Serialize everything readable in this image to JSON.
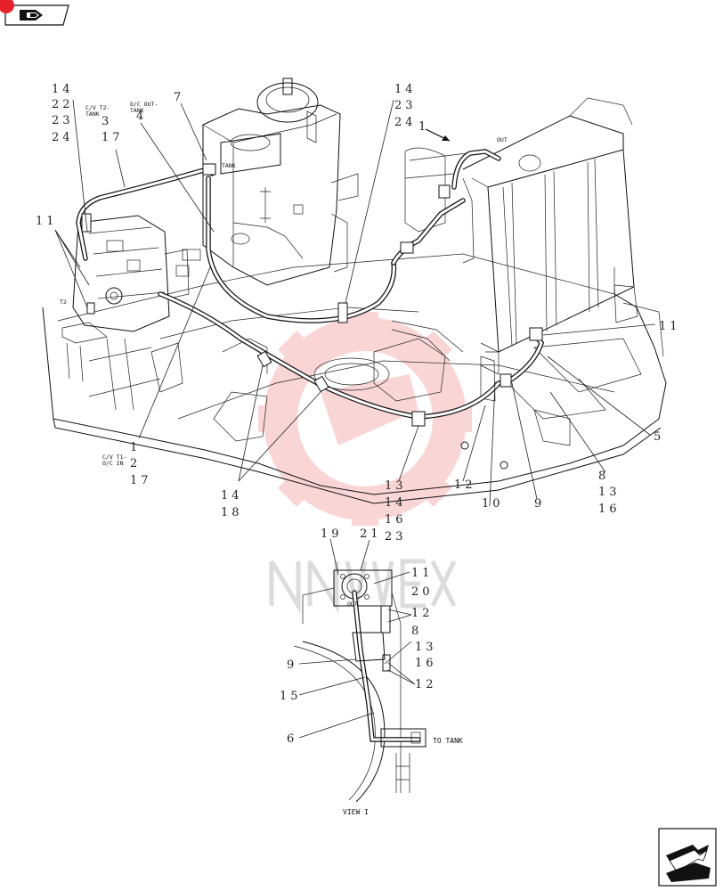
{
  "labels": {
    "l14a": "14",
    "l22": "22",
    "l23a": "23",
    "l24a": "24",
    "l17a": "17",
    "l11a": "11",
    "l4": "4",
    "l3": "3",
    "l7": "7",
    "l14b": "14",
    "l23b": "23",
    "l24b": "24",
    "l1a": "1",
    "l11b": "11",
    "l5": "5",
    "l8a": "8",
    "l13a": "13",
    "l16a": "16",
    "l9a": "9",
    "l10": "10",
    "l12a": "12",
    "l13b": "13",
    "l14c": "14",
    "l16b": "16",
    "l23c": "23",
    "l14d": "14",
    "l18": "18",
    "l1b": "1",
    "l2": "2",
    "l17b": "17",
    "l19": "19",
    "l21": "21",
    "l11c": "11",
    "l20": "20",
    "l12b": "12",
    "l8b": "8",
    "l13c": "13",
    "l16c": "16",
    "l12c": "12",
    "l9b": "9",
    "l15": "15",
    "l6": "6"
  },
  "notes": {
    "cv_t2_tank_1": "C/V T2-",
    "cv_t2_tank_2": "TANK",
    "oc_out_tank_1": "O/C OUT-",
    "oc_out_tank_2": "TANK",
    "tank": "TANK",
    "out": "OUT",
    "t2": "T2",
    "cv_t1_1": "C/V T1-",
    "cv_t1_2": "O/C IN",
    "out_small": "OUT",
    "to_tank": "TO TANK",
    "view": "VIEW I"
  },
  "watermark": {
    "color": "#e8454a"
  },
  "nav": {
    "badge_color": "#e8202a"
  }
}
